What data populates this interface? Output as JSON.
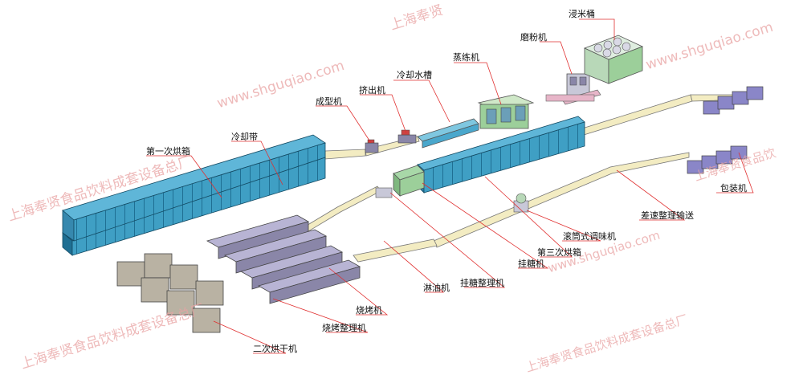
{
  "labels": {
    "soak_bucket": "浸米桶",
    "grinder": "磨粉机",
    "steam_refiner": "蒸练机",
    "cooling_tank": "冷却水槽",
    "extruder": "挤出机",
    "forming_machine": "成型机",
    "cooling_belt": "冷却带",
    "first_oven": "第一次烘箱",
    "packing_machine": "包装机",
    "diff_speed_conveyor": "差速整理输送",
    "drum_seasoning": "滚筒式调味机",
    "third_oven": "第三次烘箱",
    "sugar_hanging": "挂糖机",
    "sugar_finishing": "挂糖整理机",
    "oil_spray": "淋油机",
    "roaster": "烧烤机",
    "roast_finishing": "烧烤整理机",
    "second_dryer": "二次烘干机"
  },
  "watermarks": {
    "company": "上海奉贤食品饮料成套设备总厂",
    "company_short": "上海奉贤",
    "company_partial": "上海奉贤食品饮",
    "url": "www.shguqiao.com"
  },
  "colors": {
    "oven_fill": "#3f9fc4",
    "oven_dark": "#1f6f93",
    "machine_fill": "#9aa3c9",
    "gray_machine": "#b9b2a3",
    "green_machine": "#9ccf9a",
    "pink_frame": "#e7b5c8",
    "conveyor": "#f3ecc2",
    "leader_line": "#e03030",
    "watermark": "#e9a3a3"
  }
}
